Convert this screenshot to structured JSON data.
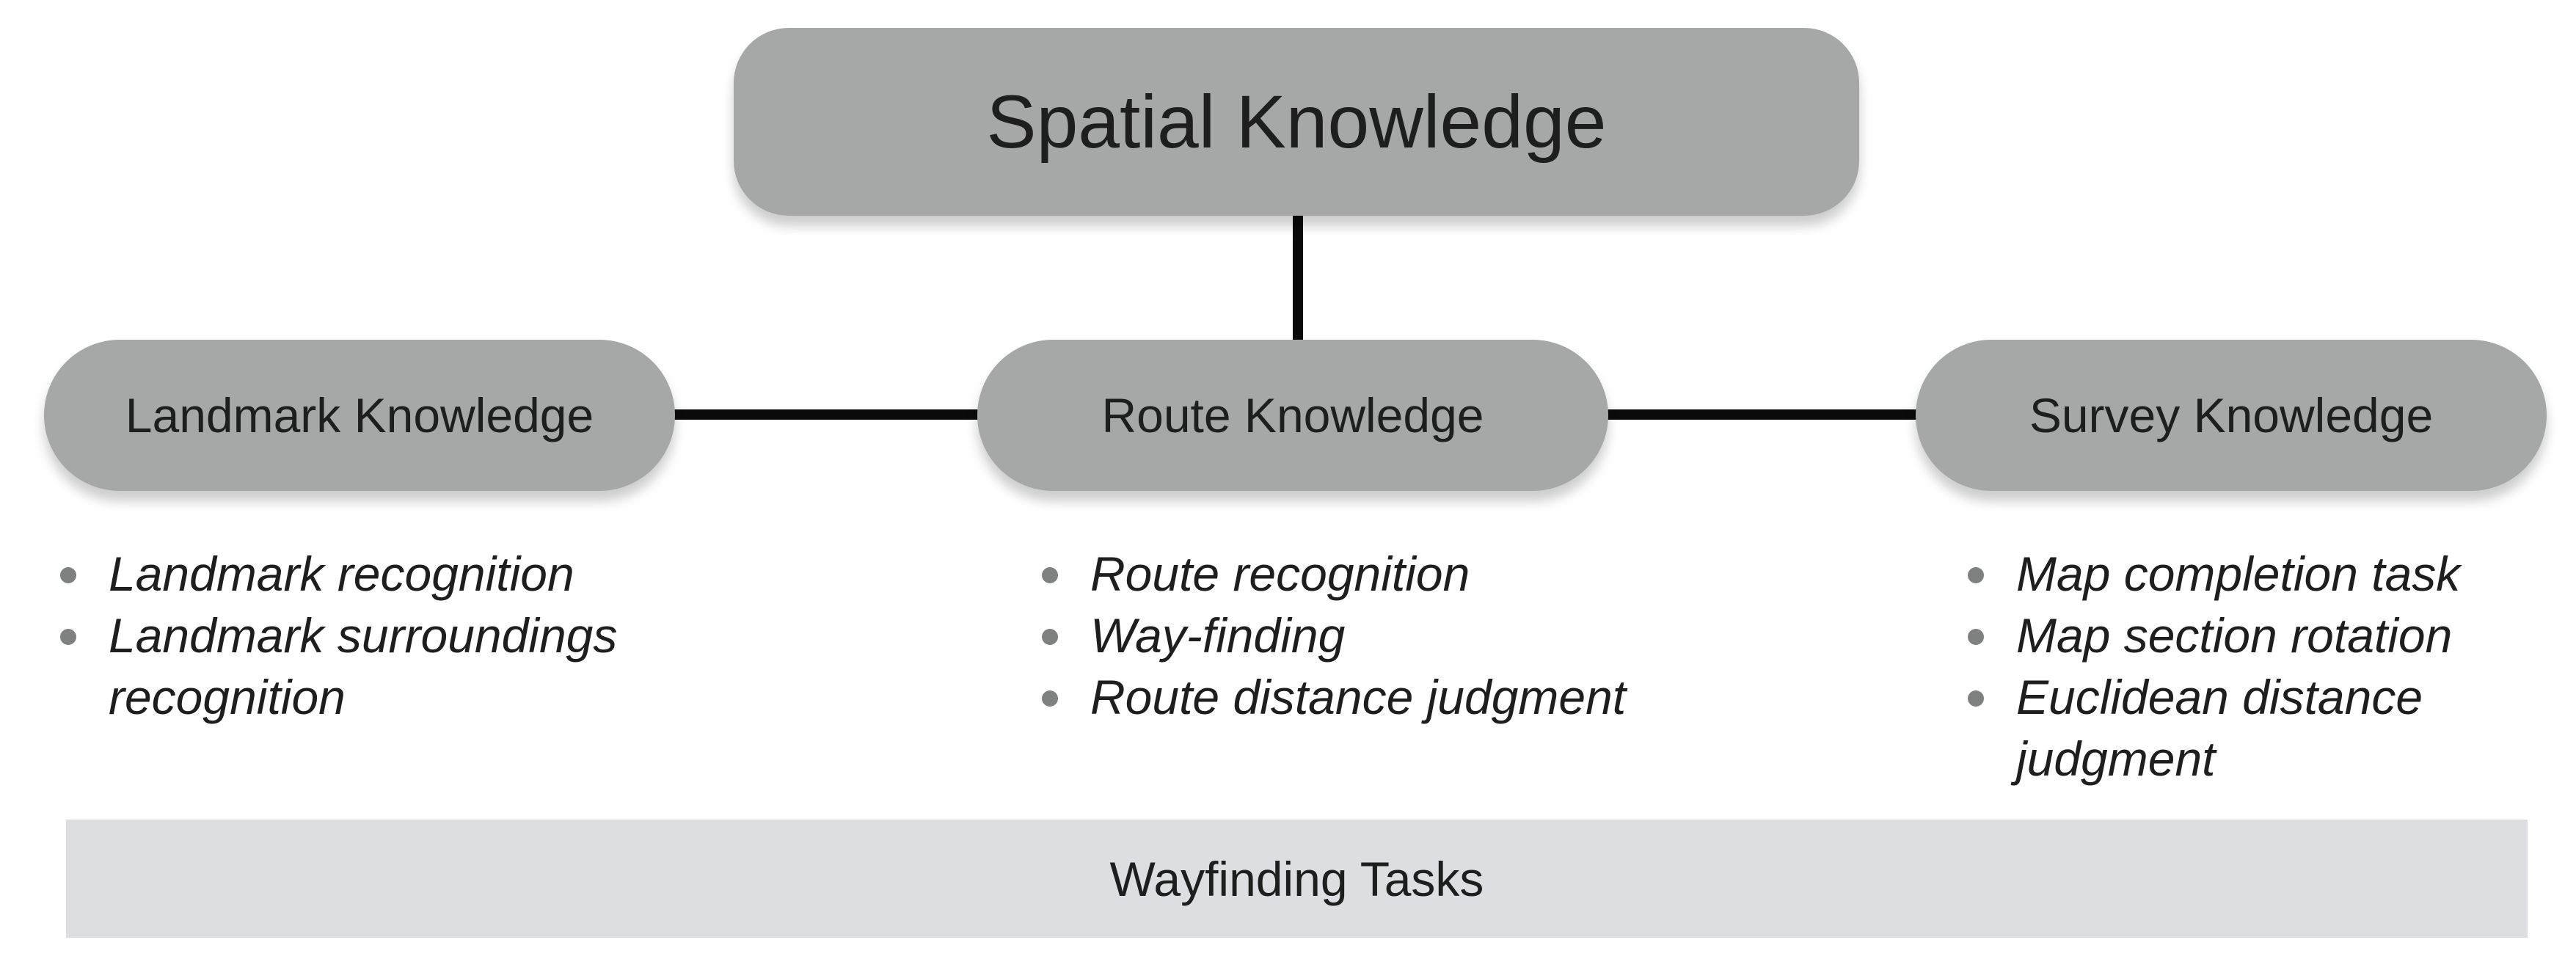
{
  "diagram": {
    "root": {
      "label": "Spatial Knowledge"
    },
    "children": [
      {
        "id": "landmark",
        "label": "Landmark Knowledge",
        "tasks": [
          "Landmark recognition",
          "Landmark surroundings recognition"
        ]
      },
      {
        "id": "route",
        "label": "Route Knowledge",
        "tasks": [
          "Route recognition",
          "Way-finding",
          "Route distance judgment"
        ]
      },
      {
        "id": "survey",
        "label": "Survey Knowledge",
        "tasks": [
          "Map completion task",
          "Map section rotation",
          "Euclidean distance judgment"
        ]
      }
    ],
    "footer": {
      "label": "Wayfinding Tasks"
    },
    "colors": {
      "node_fill": "#a6a8a7",
      "connector": "#0a0a0a",
      "bullet": "#7f8180",
      "footer_fill": "#dcdee1",
      "text": "#1e1e1e"
    }
  }
}
